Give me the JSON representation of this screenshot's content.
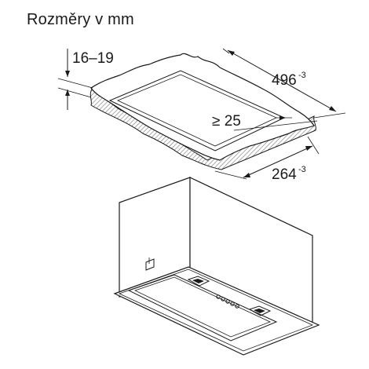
{
  "title": "Rozměry v mm",
  "dimensions": {
    "thickness": "16–19",
    "depth_value": "496",
    "depth_tolerance": "-3",
    "width_value": "264",
    "width_tolerance": "-3",
    "min_clearance": "≥ 25"
  },
  "colors": {
    "line": "#1a1a1a",
    "background": "#ffffff",
    "hatch": "#777777"
  }
}
